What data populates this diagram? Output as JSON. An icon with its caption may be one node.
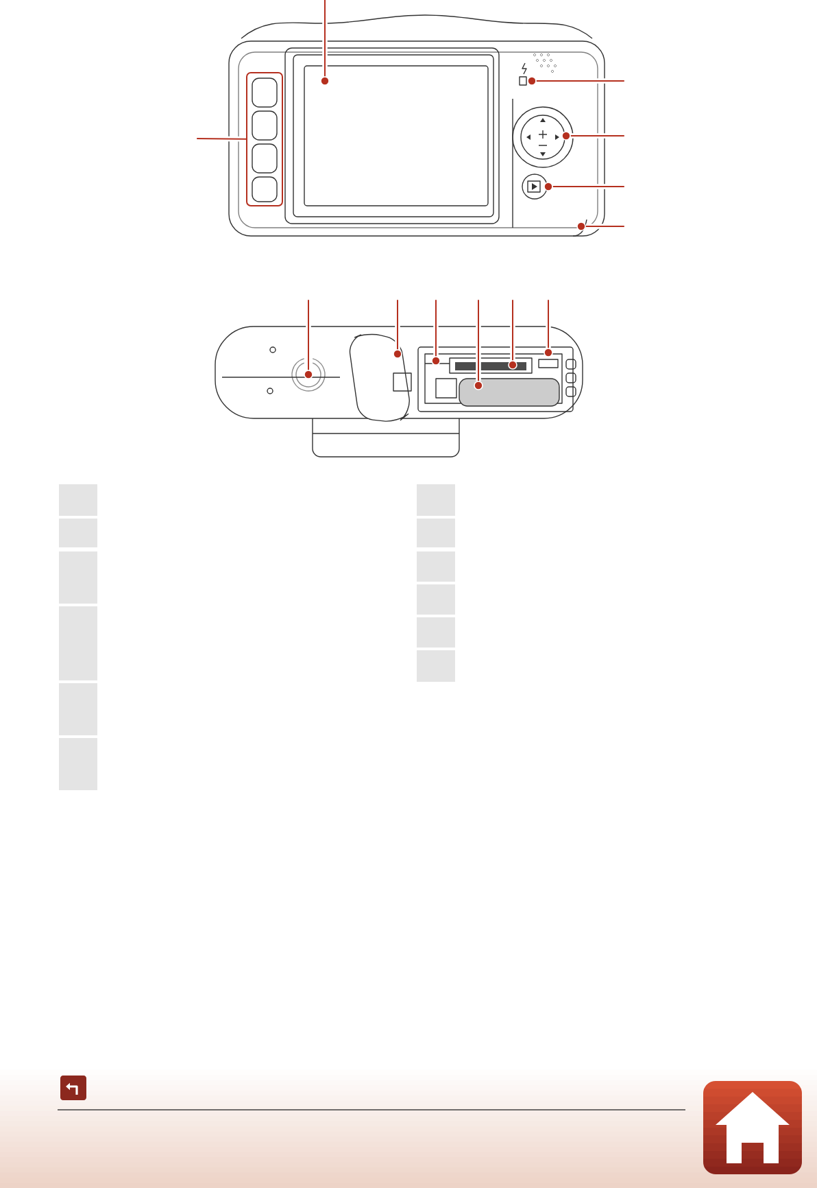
{
  "diagram": {
    "nodes": [
      {
        "text": [],
        "shape": "circle"
      },
      {
        "text": [],
        "shape": "box"
      },
      {
        "text": [],
        "shape": "circle"
      },
      {
        "text": [],
        "shape": "circle"
      },
      {
        "text": [],
        "shape": "circle"
      },
      {
        "text": [],
        "shape": "circle"
      },
      {
        "text": [],
        "shape": "circle"
      },
      {
        "text": [],
        "shape": "circle"
      },
      {
        "text": [],
        "shape": "circle"
      },
      {
        "text": [],
        "shape": "circle"
      },
      {
        "text": [],
        "shape": "circle"
      },
      {
        "text": [],
        "shape": "circle"
      }
    ],
    "edges": [
      {
        "from": null,
        "to": 0,
        "arrow": "none"
      },
      {
        "from": null,
        "to": 1,
        "arrow": "none"
      },
      {
        "from": null,
        "to": 2,
        "arrow": "none"
      },
      {
        "from": null,
        "to": 3,
        "arrow": "none"
      },
      {
        "from": null,
        "to": 4,
        "arrow": "none"
      },
      {
        "from": null,
        "to": 5,
        "arrow": "none"
      },
      {
        "from": null,
        "to": 6,
        "arrow": "none"
      },
      {
        "from": null,
        "to": 7,
        "arrow": "none"
      },
      {
        "from": null,
        "to": 8,
        "arrow": "none"
      },
      {
        "from": null,
        "to": 9,
        "arrow": "none"
      },
      {
        "from": null,
        "to": 10,
        "arrow": "none"
      },
      {
        "from": null,
        "to": 11,
        "arrow": "none"
      }
    ]
  }
}
